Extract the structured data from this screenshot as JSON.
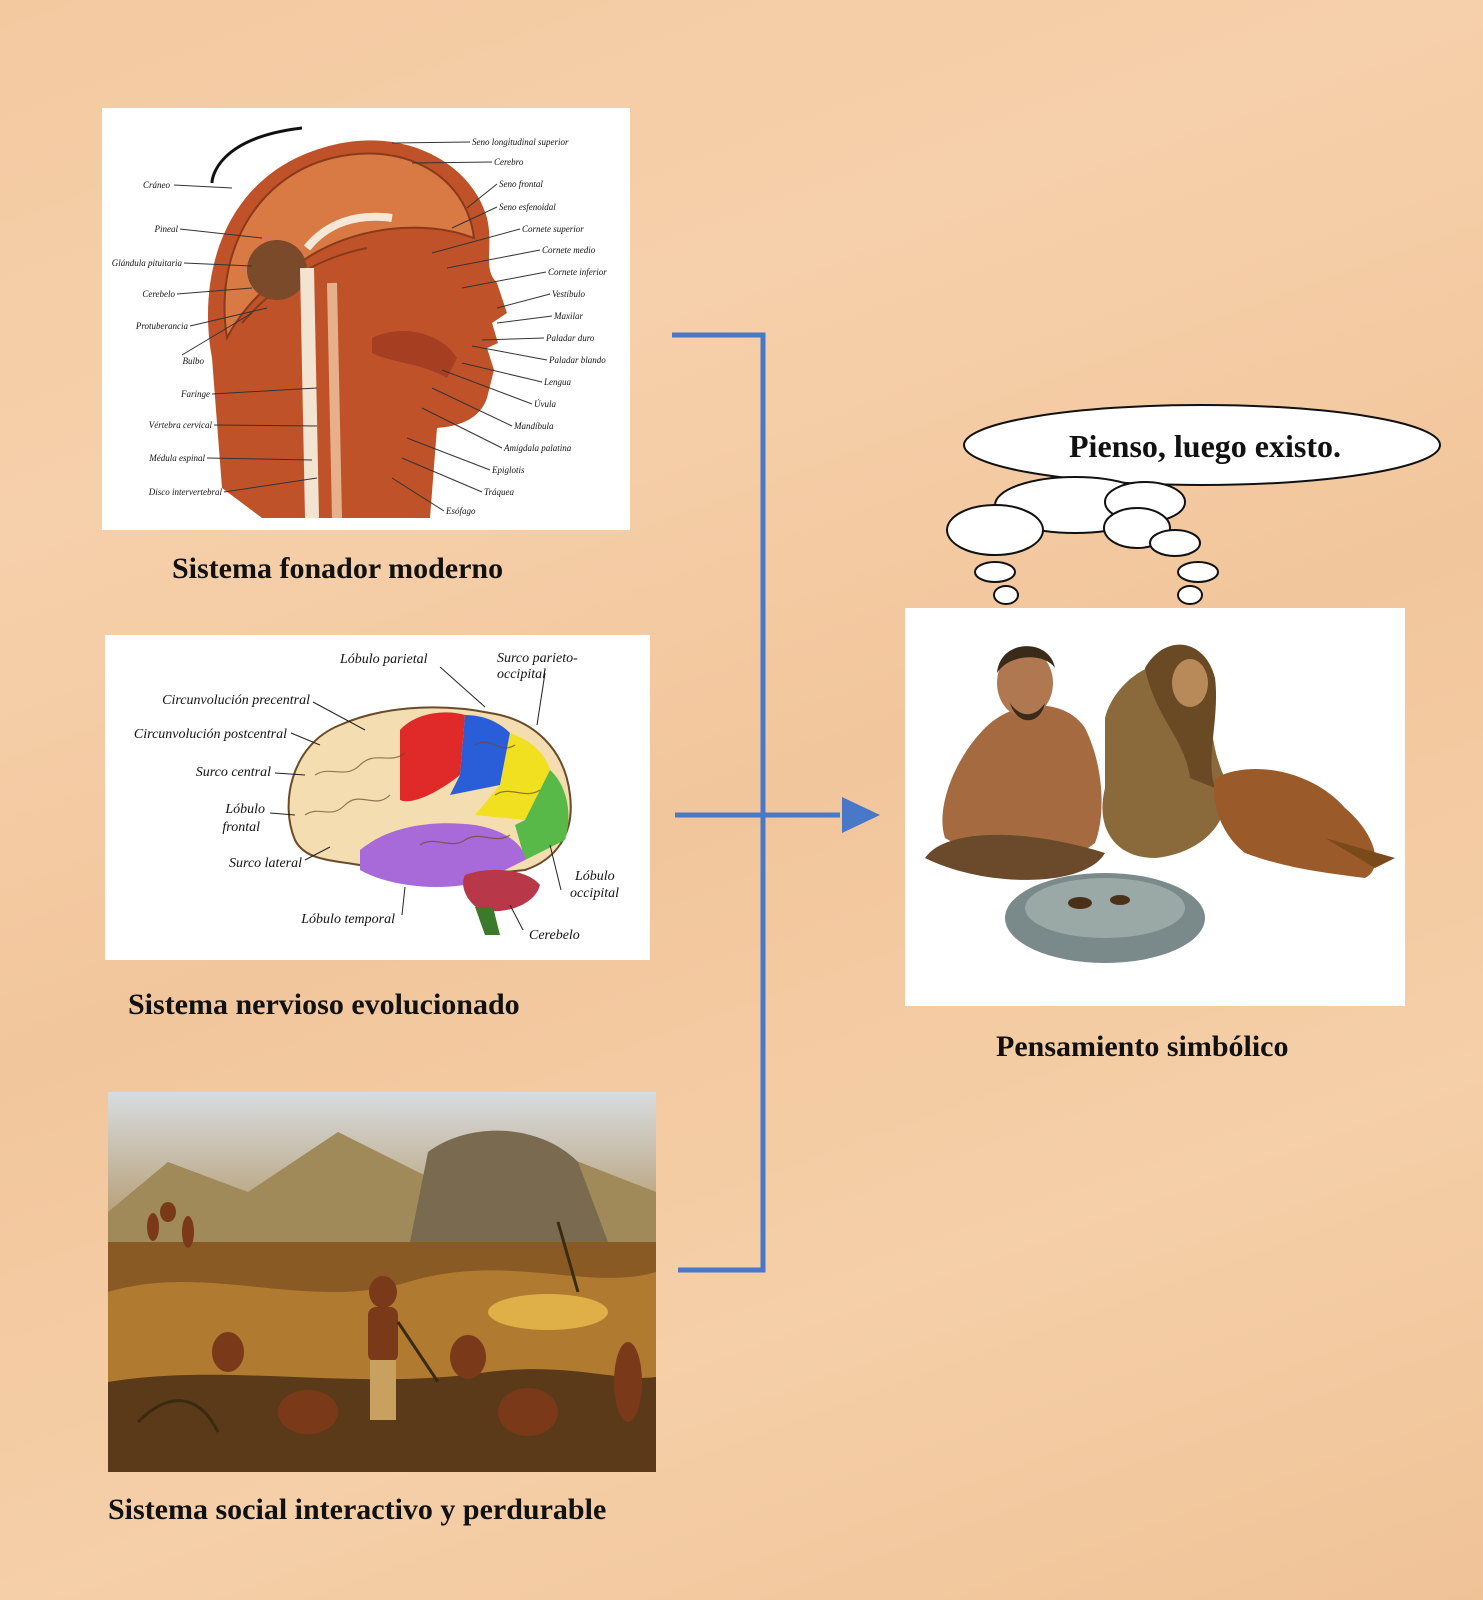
{
  "panels": {
    "head": {
      "caption": "Sistema fonador moderno",
      "labels_left": [
        "Cráneo",
        "Pineal",
        "Glándula pituitaria",
        "Cerebelo",
        "Protuberancia",
        "Bulbo",
        "Faringe",
        "Vértebra cervical",
        "Médula espinal",
        "Disco intervertebral"
      ],
      "labels_right": [
        "Seno longitudinal superior",
        "Cerebro",
        "Seno frontal",
        "Seno esfenoidal",
        "Cornete superior",
        "Cornete medio",
        "Cornete inferior",
        "Vestíbulo",
        "Maxilar",
        "Paladar duro",
        "Paladar blando",
        "Lengua",
        "Úvula",
        "Mandíbula",
        "Amígdala palatina",
        "Epiglotis",
        "Tráquea",
        "Esófago"
      ]
    },
    "brain": {
      "caption": "Sistema nervioso evolucionado",
      "labels": {
        "parietal": "Lóbulo parietal",
        "surco_parieto_1": "Surco parieto-",
        "surco_parieto_2": "occipital",
        "precentral": "Circunvolución precentral",
        "postcentral": "Circunvolución postcentral",
        "surco_central": "Surco central",
        "frontal_1": "Lóbulo",
        "frontal_2": "frontal",
        "surco_lateral": "Surco lateral",
        "occipital_1": "Lóbulo",
        "occipital_2": "occipital",
        "temporal": "Lóbulo temporal",
        "cerebelo": "Cerebelo"
      }
    },
    "social": {
      "caption": "Sistema social interactivo y perdurable"
    },
    "result": {
      "caption": "Pensamiento simbólico",
      "speech": "Pienso, luego existo."
    }
  },
  "colors": {
    "connector": "#4a78c8",
    "background": "#f3c9a0"
  }
}
